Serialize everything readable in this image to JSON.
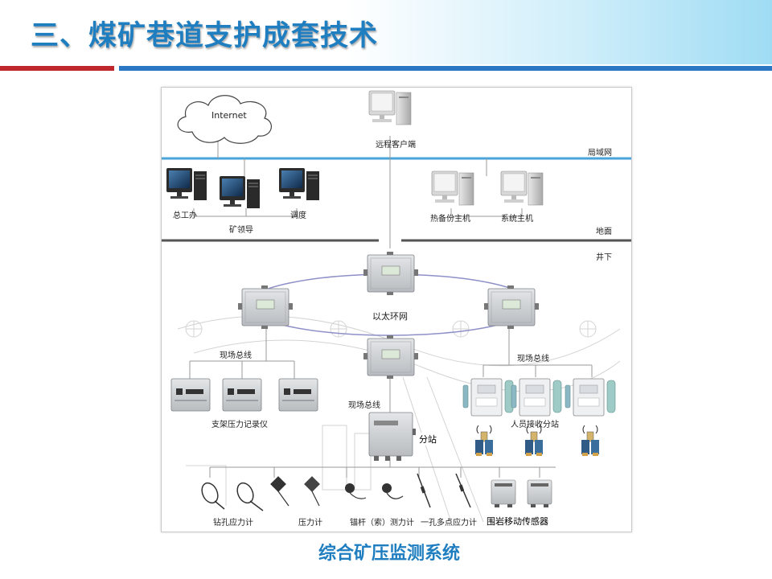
{
  "title": "三、煤矿巷道支护成套技术",
  "caption": "综合矿压监测系统",
  "colors": {
    "title": "#1f7ec0",
    "accent_red": "#c0272d",
    "accent_blue": "#2a78c4",
    "network_line": "#4aa3d9"
  },
  "diagram": {
    "cloud": "Internet",
    "remote_client": "远程客户端",
    "lan": "局域网",
    "pc_chief_engineer": "总工办",
    "pc_dispatch": "调度",
    "pc_mine_leader": "矿领导",
    "pc_hot_standby": "热备份主机",
    "pc_system_host": "系统主机",
    "ground": "地面",
    "underground": "井下",
    "ethernet_ring": "以太环网",
    "field_bus_left": "现场总线",
    "field_bus_right": "现场总线",
    "field_bus_center": "现场总线",
    "support_pressure_recorder": "支架压力记录仪",
    "personnel_receiver": "人员接收分站",
    "substation": "分站",
    "borehole_stress_meter": "钻孔应力计",
    "pressure_meter": "压力计",
    "anchor_dynamometer": "锚杆（索）测力计",
    "multipoint_stress_meter": "一孔多点应力计",
    "rock_displacement_sensor": "围岩移动传感器"
  }
}
